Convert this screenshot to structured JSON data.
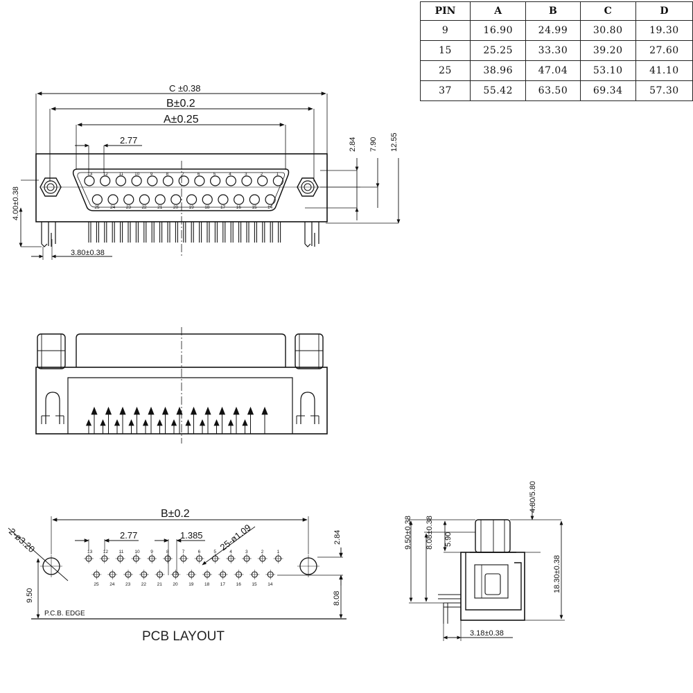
{
  "spec_table": {
    "headers": [
      "PIN",
      "A",
      "B",
      "C",
      "D"
    ],
    "rows": [
      [
        "9",
        "16.90",
        "24.99",
        "30.80",
        "19.30"
      ],
      [
        "15",
        "25.25",
        "33.30",
        "39.20",
        "27.60"
      ],
      [
        "25",
        "38.96",
        "47.04",
        "53.10",
        "41.10"
      ],
      [
        "37",
        "55.42",
        "63.50",
        "69.34",
        "57.30"
      ]
    ]
  },
  "front_view": {
    "dim_c": "C ±0.38",
    "dim_b": "B±0.2",
    "dim_a": "A±0.25",
    "pitch": "2.77",
    "right_dims": [
      "2.84",
      "7.90",
      "12.55"
    ],
    "left_height": "4.00±0.38",
    "bottom_offset": "3.80±0.38",
    "top_row_pins": [
      "13",
      "12",
      "11",
      "10",
      "9",
      "8",
      "7",
      "6",
      "5",
      "4",
      "3",
      "2",
      "1"
    ],
    "bottom_row_pins": [
      "25",
      "24",
      "23",
      "22",
      "21",
      "20",
      "19",
      "18",
      "17",
      "16",
      "15",
      "14"
    ]
  },
  "pcb_layout": {
    "title": "PCB LAYOUT",
    "dim_b": "B±0.2",
    "pitch": "2.77",
    "half_pitch": "1.385",
    "mount_holes": "2-ø3.20",
    "pin_holes": "25-ø1.09",
    "right_dim": "2.84",
    "left_dim": "9.50",
    "bottom_dim": "8.08",
    "edge_label": "P.C.B. EDGE",
    "top_row_pins": [
      "13",
      "12",
      "11",
      "10",
      "9",
      "8",
      "7",
      "6",
      "5",
      "4",
      "3",
      "2",
      "1"
    ],
    "bottom_row_pins": [
      "25",
      "24",
      "23",
      "22",
      "21",
      "20",
      "19",
      "18",
      "17",
      "16",
      "15",
      "14"
    ]
  },
  "side_view": {
    "dims_left": [
      "9.50±0.38",
      "8.08±0.38",
      "5.90"
    ],
    "dim_top_right": "4.80/5.80",
    "dim_right": "18.30±0.38",
    "dim_bottom": "3.18±0.38"
  }
}
